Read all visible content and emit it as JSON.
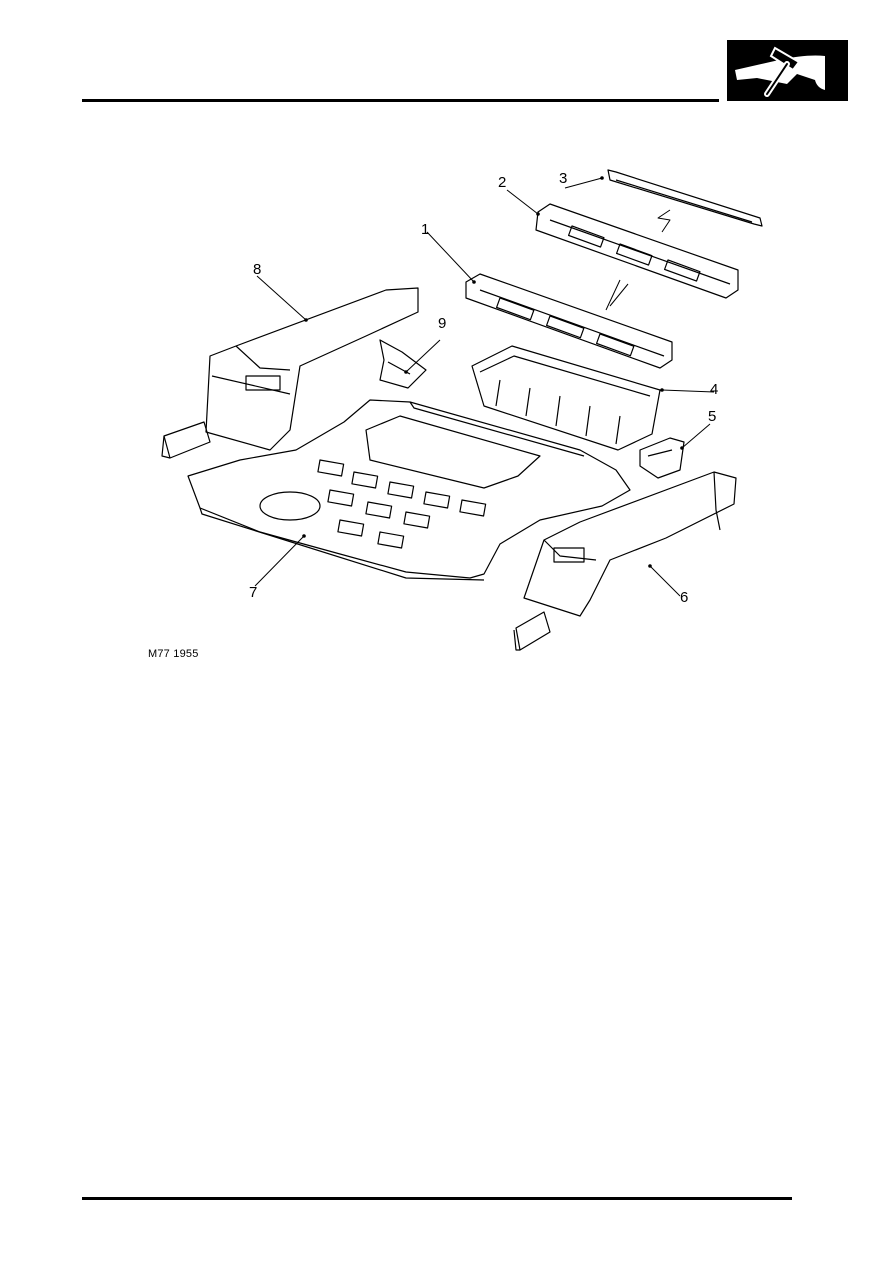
{
  "figure": {
    "reference_code": "M77 1955",
    "callouts": [
      {
        "id": "1",
        "label": "1"
      },
      {
        "id": "2",
        "label": "2"
      },
      {
        "id": "3",
        "label": "3"
      },
      {
        "id": "4",
        "label": "4"
      },
      {
        "id": "5",
        "label": "5"
      },
      {
        "id": "6",
        "label": "6"
      },
      {
        "id": "7",
        "label": "7"
      },
      {
        "id": "8",
        "label": "8"
      },
      {
        "id": "9",
        "label": "9"
      }
    ]
  },
  "header": {
    "section_icon": "body-repair-hammer-icon"
  }
}
